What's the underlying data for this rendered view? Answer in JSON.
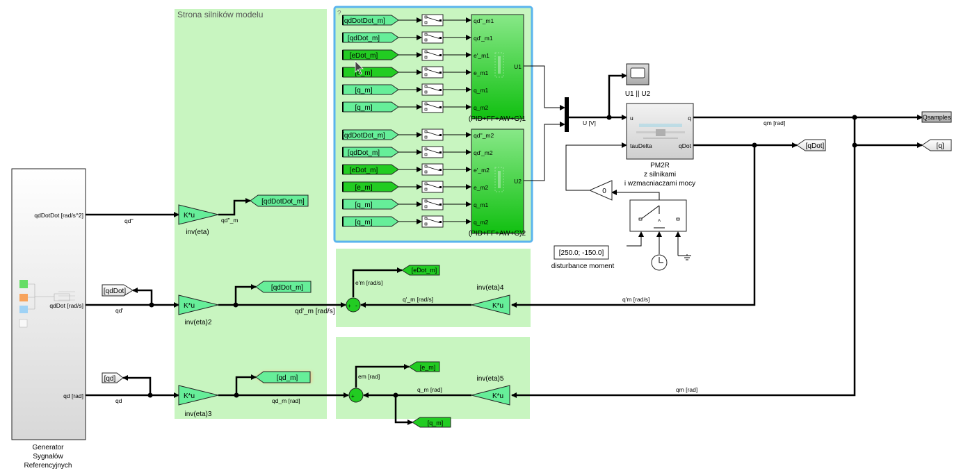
{
  "area_label": "Strona silników modelu",
  "subsystem_corner": "?",
  "generator": {
    "name_lines": [
      "Generator",
      "Sygnałów",
      "Referencyjnych"
    ],
    "ports": [
      "qdDotDot [rad/s^2]",
      "qdDot [rad/s]",
      "qd [rad]"
    ]
  },
  "gains": {
    "gain_text": "K*u",
    "inv_eta": "inv(eta)",
    "inv_eta2": "inv(eta)2",
    "inv_eta3": "inv(eta)3",
    "inv_eta4": "inv(eta)4",
    "inv_eta5": "inv(eta)5"
  },
  "signals": {
    "qdpp": "qd''",
    "qdpp_m": "qd''_m",
    "qdp": "qd'",
    "qdp_m": "qd'_m [rad/s]",
    "qd": "qd",
    "qd_m": "qd_m [rad]",
    "ep_m": "e'm [rad/s]",
    "qp_m_in": "q'_m [rad/s]",
    "qp_m": "q'm [rad/s]",
    "e_m": "em [rad]",
    "q_m_in": "q_m [rad]",
    "qm_in": "qm [rad]",
    "u": "U [V]",
    "qm": "qm [rad]"
  },
  "tags": {
    "qdDotDot_m": "[qdDotDot_m]",
    "qdDot_m": "[qdDot_m]",
    "qd_m": "[qd_m]",
    "eDot_m": "[eDot_m]",
    "e_m": "[e_m]",
    "q_m": "[q_m]",
    "qdDot": "[qdDot]",
    "qd": "[qd]",
    "qDot": "[qDot]",
    "q": "[q]",
    "qsamples": "Qsamples"
  },
  "controller1": {
    "froms": [
      "[qdDotDot_m]",
      "[qdDot_m]",
      "[eDot_m]",
      "[e_m]",
      "[q_m]",
      "[q_m]"
    ],
    "ports": [
      "qd''_m1",
      "qd'_m1",
      "e'_m1",
      "e_m1",
      "q_m1",
      "q_m2"
    ],
    "out": "U1",
    "name": "(PID+FF+AW+G)1"
  },
  "controller2": {
    "froms": [
      "[qdDotDot_m]",
      "[qdDot_m]",
      "[eDot_m]",
      "[e_m]",
      "[q_m]",
      "[q_m]"
    ],
    "ports": [
      "qd''_m2",
      "qd'_m2",
      "e'_m2",
      "e_m2",
      "q_m1",
      "q_m2"
    ],
    "out": "U2",
    "name": "(PID+FF+AW+G)2"
  },
  "scope": {
    "name": "U1 || U2"
  },
  "plant": {
    "in_ports": [
      "u",
      "tauDelta"
    ],
    "out_ports": [
      "q",
      "qDot"
    ],
    "name_lines": [
      "PM2R",
      "z silnikami",
      "i wzmacniaczami mocy"
    ]
  },
  "feedback_gain": "0",
  "switch_symbol": "^",
  "disturbance": {
    "value": "[250.0; -150.0]",
    "name": "disturbance moment"
  },
  "sum_signs": {
    "plus": "+",
    "minus": "-"
  },
  "colors": {
    "area_green": "#c8f5c0",
    "goto_green": "#66ee99",
    "from_green": "#22cc22",
    "gain_fill": "#66ee99",
    "subsystem_border": "#5ab4ee",
    "line": "#000000"
  }
}
